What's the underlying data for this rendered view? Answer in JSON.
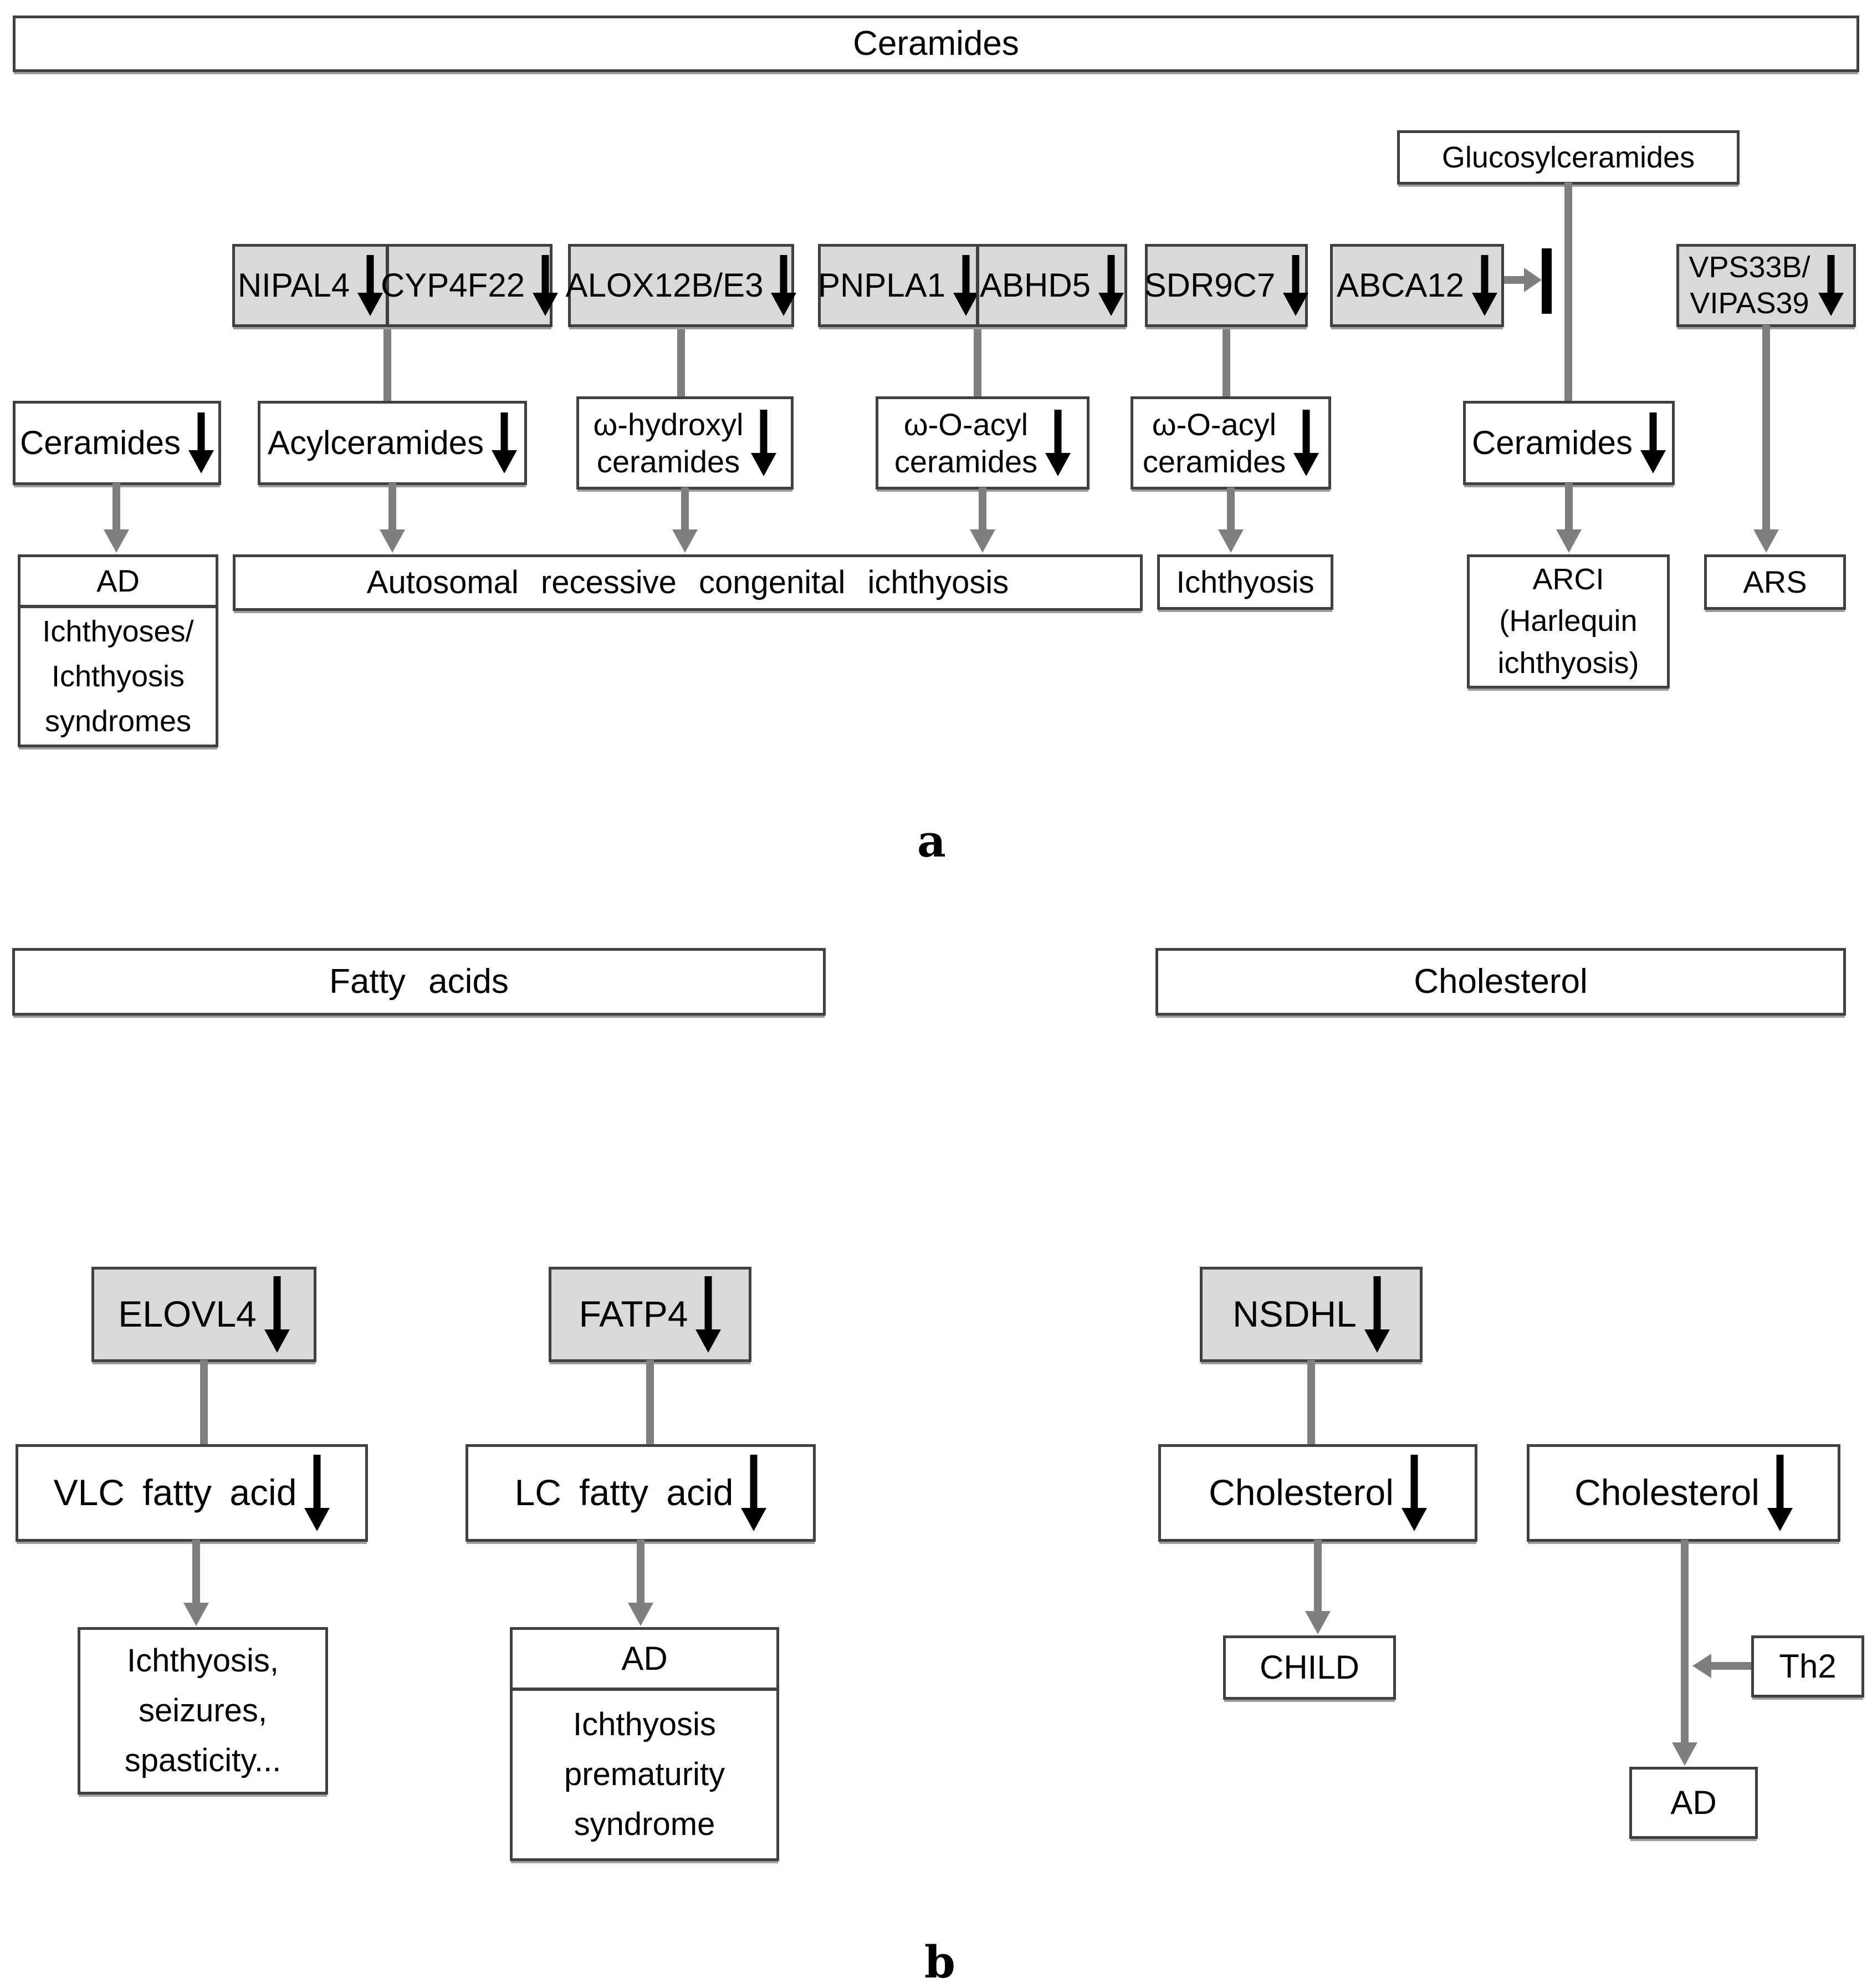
{
  "colors": {
    "gene_box_fill": "#d9d9d9",
    "white_box_fill": "#ffffff",
    "box_border": "#404040",
    "connector_gray": "#7f7f7f",
    "arrow_black": "#000000"
  },
  "panel_a": {
    "title": "Ceramides",
    "glucosylceramides": "Glucosylceramides",
    "label": "a",
    "genes": {
      "nipal4": "NIPAL4",
      "cyp4f22": "CYP4F22",
      "alox12b_e3": "ALOX12B/E3",
      "pnpla1": "PNPLA1",
      "abhd5": "ABHD5",
      "sdr9c7": "SDR9C7",
      "abca12": "ABCA12",
      "vps33b_line1": "VPS33B/",
      "vps33b_line2": "VIPAS39"
    },
    "intermediates": {
      "ceramides_left": "Ceramides",
      "acylceramides": "Acylceramides",
      "omega_hydroxyl_line1": "ω-hydroxyl",
      "omega_hydroxyl_line2": "ceramides",
      "omega_o_acyl_line1": "ω-O-acyl",
      "omega_o_acyl_line2": "ceramides",
      "ceramides_right": "Ceramides"
    },
    "outcomes": {
      "ad": "AD",
      "ichthyoses_line1": "Ichthyoses/",
      "ichthyoses_line2": "Ichthyosis",
      "ichthyoses_line3": "syndromes",
      "arci_wide": "Autosomal recessive congenital ichthyosis",
      "ichthyosis": "Ichthyosis",
      "arci_line1": "ARCI",
      "arci_line2": "(Harlequin",
      "arci_line3": "ichthyosis)",
      "ars": "ARS"
    }
  },
  "panel_b": {
    "fatty_acids_title": "Fatty acids",
    "cholesterol_title": "Cholesterol",
    "label": "b",
    "genes": {
      "elovl4": "ELOVL4",
      "fatp4": "FATP4",
      "nsdhl": "NSDHL"
    },
    "intermediates": {
      "vlc_fatty_acid": "VLC fatty acid",
      "lc_fatty_acid": "LC fatty acid",
      "cholesterol_left": "Cholesterol",
      "cholesterol_right": "Cholesterol"
    },
    "outcomes": {
      "ichthyosis_line1": "Ichthyosis,",
      "ichthyosis_line2": "seizures,",
      "ichthyosis_line3": "spasticity...",
      "ad": "AD",
      "ips_line1": "Ichthyosis",
      "ips_line2": "prematurity",
      "ips_line3": "syndrome",
      "child": "CHILD",
      "th2": "Th2",
      "ad_bottom": "AD"
    }
  }
}
